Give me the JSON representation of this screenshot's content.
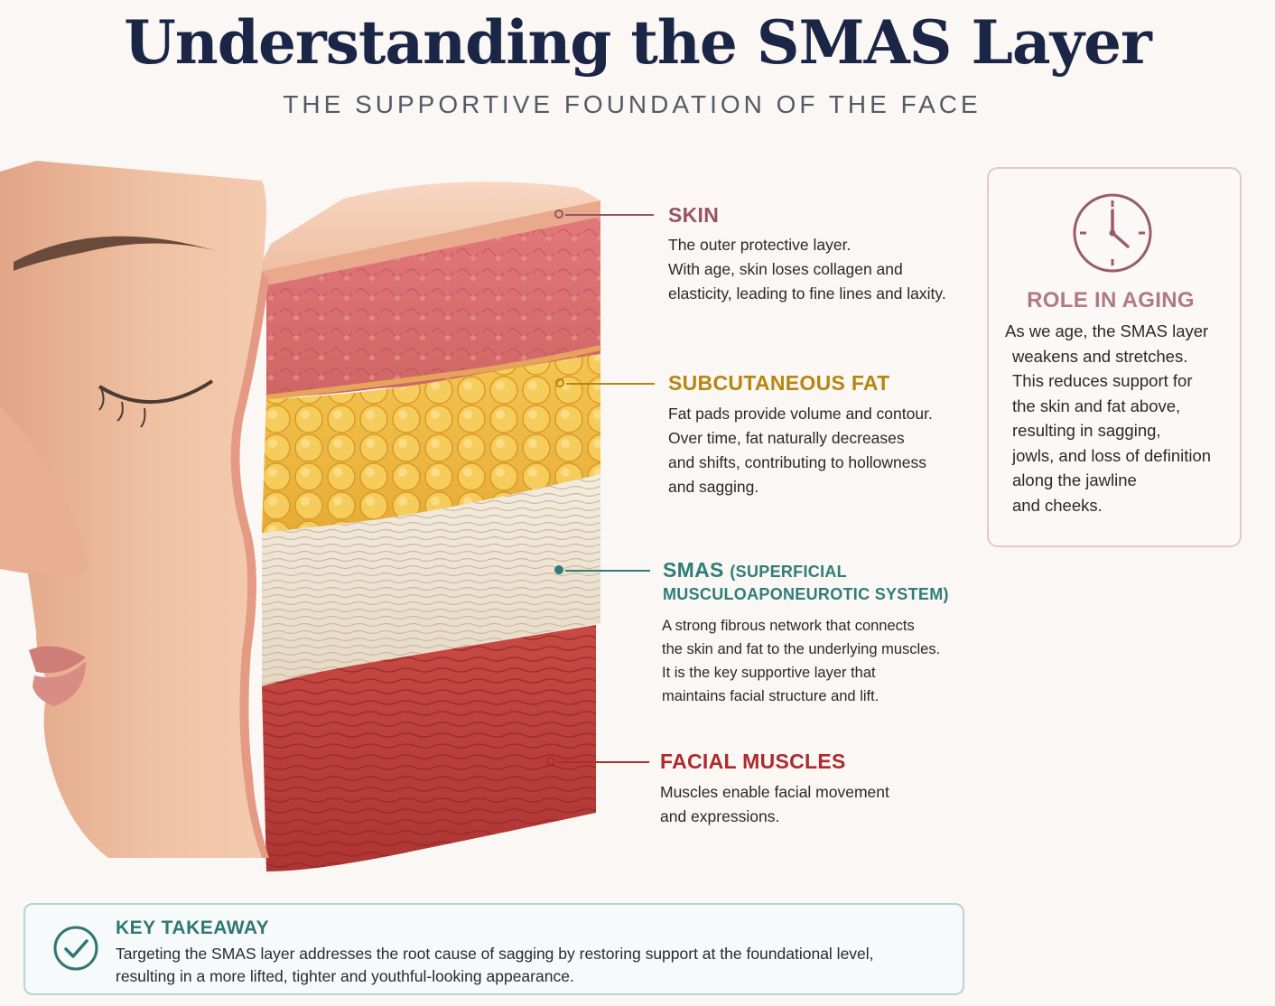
{
  "header": {
    "title": "Understanding the SMAS Layer",
    "subtitle": "THE SUPPORTIVE FOUNDATION OF THE FACE"
  },
  "colors": {
    "skin": "#9a5266",
    "fat": "#b8860f",
    "smas": "#2f7d77",
    "muscle": "#ad2a2e",
    "aging": "#b07a83",
    "navy": "#1b2646"
  },
  "layers": {
    "skin": {
      "label": "SKIN",
      "desc": [
        "The outer protective layer.",
        "With age, skin loses collagen and",
        "elasticity, leading to fine lines and laxity."
      ]
    },
    "fat": {
      "label": "SUBCUTANEOUS FAT",
      "desc": [
        "Fat pads provide volume and contour.",
        "Over time, fat naturally decreases",
        "and shifts, contributing to hollowness",
        "and sagging."
      ]
    },
    "smas": {
      "label": "SMAS",
      "label_sub_1": "(SUPERFICIAL",
      "label_sub_2": "MUSCULOAPONEUROTIC SYSTEM)",
      "desc": [
        "A strong fibrous network that connects",
        "the skin and fat to the underlying muscles.",
        "It is the key supportive layer that",
        "maintains facial structure and lift."
      ]
    },
    "muscle": {
      "label": "FACIAL MUSCLES",
      "desc": [
        "Muscles enable facial movement",
        "and expressions."
      ]
    }
  },
  "aging": {
    "icon": "clock-icon",
    "title": "ROLE IN AGING",
    "lines": [
      "As we age, the SMAS layer",
      "weakens and stretches.",
      "This reduces support for",
      "the skin and fat above,",
      "resulting in sagging,",
      "jowls, and loss of definition",
      "along the jawline",
      "and cheeks."
    ]
  },
  "takeaway": {
    "icon": "check-circle-icon",
    "title": "KEY TAKEAWAY",
    "lines": [
      "Targeting the SMAS layer addresses the root cause of sagging by restoring support at the foundational level,",
      "resulting in a more lifted, tighter and youthful-looking appearance."
    ]
  }
}
